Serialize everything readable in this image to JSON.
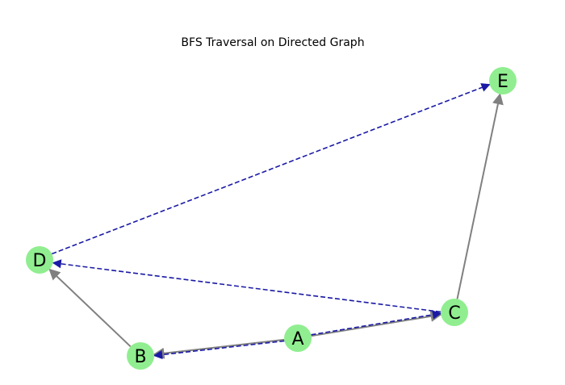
{
  "title": "BFS Traversal on Directed Graph",
  "colors": {
    "node_fill": "#90ee90",
    "graph_edge": "#808080",
    "bfs_edge": "#1a1aa6",
    "background": "#ffffff"
  },
  "nodes": [
    {
      "id": "A",
      "label": "A"
    },
    {
      "id": "B",
      "label": "B"
    },
    {
      "id": "C",
      "label": "C"
    },
    {
      "id": "D",
      "label": "D"
    },
    {
      "id": "E",
      "label": "E"
    }
  ],
  "edges": [
    {
      "from": "A",
      "to": "B",
      "style": "solid"
    },
    {
      "from": "A",
      "to": "C",
      "style": "solid"
    },
    {
      "from": "B",
      "to": "D",
      "style": "solid"
    },
    {
      "from": "C",
      "to": "E",
      "style": "solid"
    }
  ],
  "bfs_edges": [
    {
      "from": "A",
      "to": "B",
      "style": "dashed"
    },
    {
      "from": "A",
      "to": "C",
      "style": "dashed"
    },
    {
      "from": "C",
      "to": "D",
      "style": "dashed"
    },
    {
      "from": "D",
      "to": "E",
      "style": "dashed"
    }
  ]
}
